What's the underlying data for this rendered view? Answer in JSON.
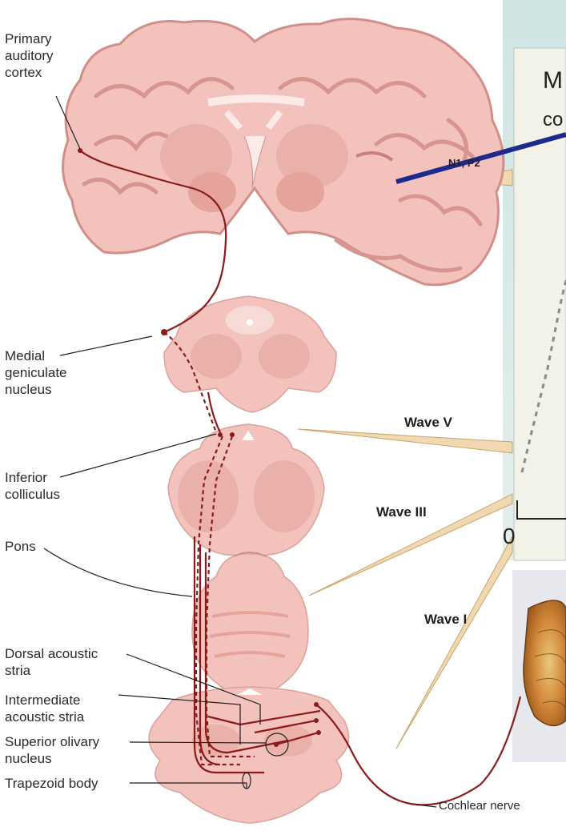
{
  "structure_labels": {
    "primary_auditory_cortex": [
      "Primary",
      "auditory",
      "cortex"
    ],
    "medial_geniculate_nucleus": [
      "Medial",
      "geniculate",
      "nucleus"
    ],
    "inferior_colliculus": [
      "Inferior",
      "colliculus"
    ],
    "pons": "Pons",
    "dorsal_acoustic_stria": [
      "Dorsal acoustic",
      "stria"
    ],
    "intermediate_acoustic_stria": [
      "Intermediate",
      "acoustic stria"
    ],
    "superior_olivary_nucleus": [
      "Superior olivary",
      "nucleus"
    ],
    "trapezoid_body": "Trapezoid body",
    "cochlear_nerve": "Cochlear nerve"
  },
  "wave_labels": {
    "n1_p2": "N1, P2",
    "wave_v": "Wave V",
    "wave_iii": "Wave III",
    "wave_i": "Wave I"
  },
  "inset_panel": {
    "title_letter": "M",
    "subtitle": "co",
    "axis_zero": "0"
  },
  "colors": {
    "tissue_fill": "#f3c2bd",
    "tissue_light": "#f8d6d1",
    "tissue_dark": "#e2a49e",
    "pathway": "#8b1a1a",
    "callout_fill": "#f0d9b0",
    "pointer_arrow": "#1b2a8c",
    "panel_bg": "#dbeae8"
  }
}
